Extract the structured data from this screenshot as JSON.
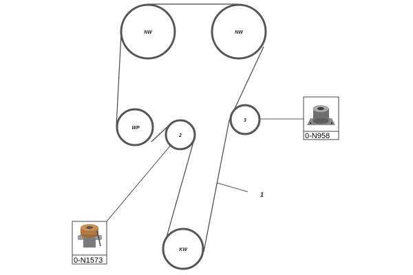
{
  "pulleys": {
    "nw_left": "NW",
    "nw_right": "NW",
    "wp": "WP",
    "idler_2": "2",
    "idler_3": "3",
    "kw": "KW"
  },
  "belt_label": "1",
  "parts": {
    "tensioner": {
      "number": "0-N1573",
      "icon": "tensioner-roller-icon"
    },
    "idler": {
      "number": "0-N958",
      "icon": "idler-pulley-icon"
    }
  }
}
